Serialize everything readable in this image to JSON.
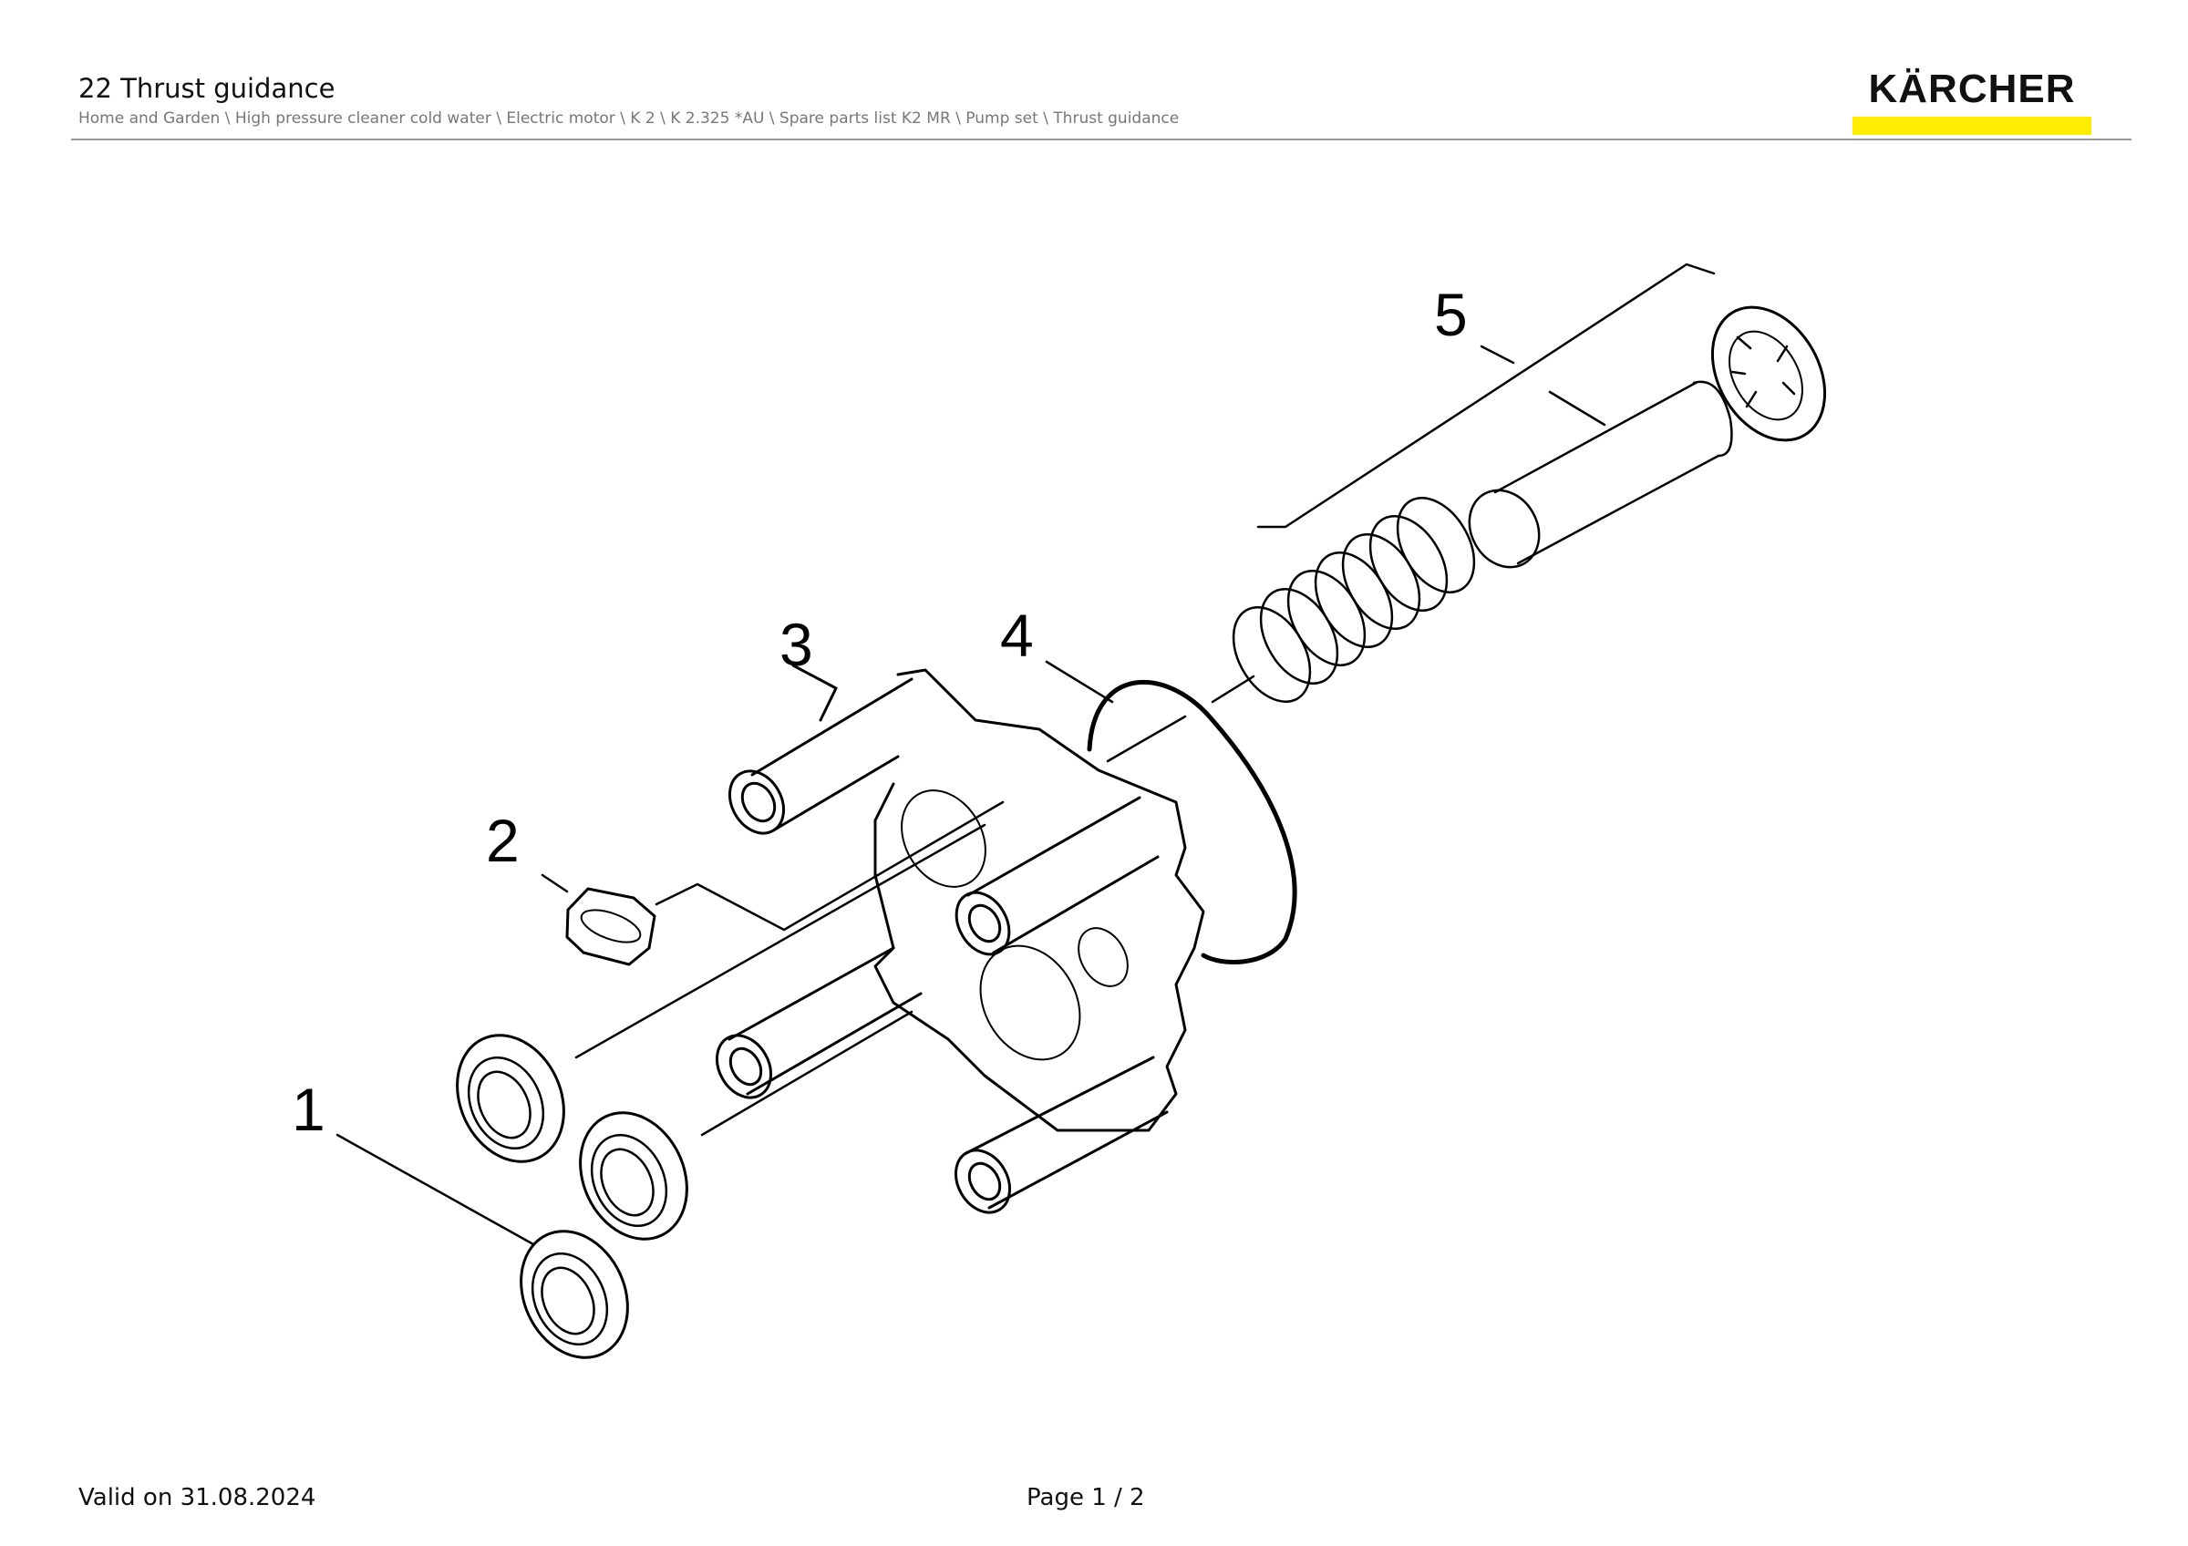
{
  "header": {
    "title": "22 Thrust guidance",
    "breadcrumb": "Home and Garden \\ High pressure cleaner cold water \\ Electric motor \\ K 2 \\ K 2.325 *AU \\ Spare parts list K2 MR \\ Pump set \\ Thrust guidance",
    "logo_text": "KÄRCHER",
    "brand_color": "#ffed00"
  },
  "diagram": {
    "callouts": [
      {
        "id": 1,
        "label": "1"
      },
      {
        "id": 2,
        "label": "2"
      },
      {
        "id": 3,
        "label": "3"
      },
      {
        "id": 4,
        "label": "4"
      },
      {
        "id": 5,
        "label": "5"
      }
    ]
  },
  "footer": {
    "valid": "Valid on 31.08.2024",
    "page": "Page 1 / 2"
  }
}
